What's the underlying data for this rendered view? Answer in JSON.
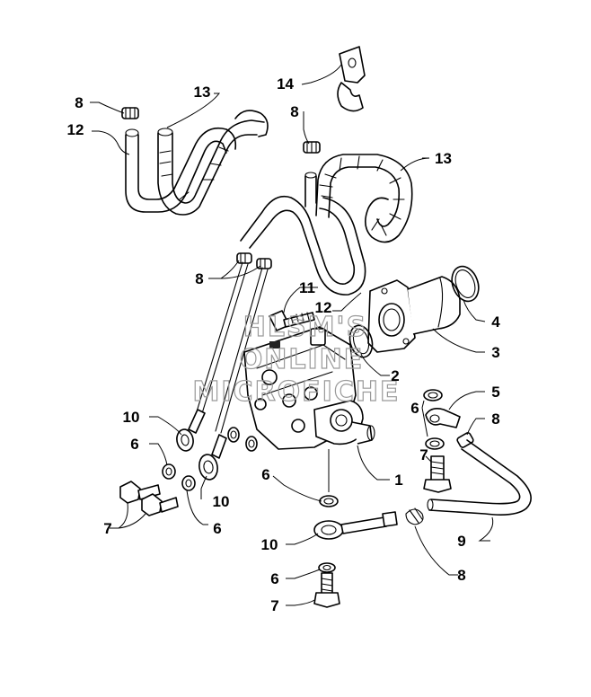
{
  "diagram": {
    "watermark": [
      "HLSM'S",
      "ONLINE",
      "MICROFICHE"
    ],
    "callouts": [
      "1",
      "2",
      "3",
      "4",
      "5",
      "6",
      "7",
      "8",
      "9",
      "10",
      "11",
      "12",
      "13",
      "14"
    ]
  },
  "colors": {
    "line": "#000000",
    "background": "#ffffff",
    "watermark": "#9a9a9a"
  }
}
